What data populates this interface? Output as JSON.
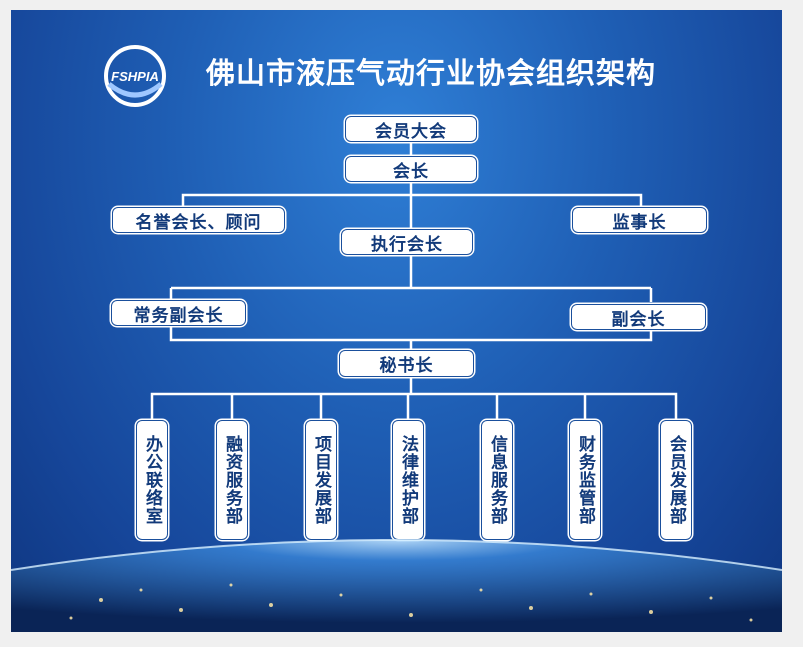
{
  "logo_text": "FSHPIA",
  "title": "佛山市液压气动行业协会组织架构",
  "nodes": {
    "general_assembly": "会员大会",
    "president": "会长",
    "honorary": "名誉会长、顾问",
    "supervisor": "监事长",
    "executive_president": "执行会长",
    "standing_vp": "常务副会长",
    "vp": "副会长",
    "secretary_general": "秘书长"
  },
  "departments": [
    "办公联络室",
    "融资服务部",
    "项目发展部",
    "法律维护部",
    "信息服务部",
    "财务监管部",
    "会员发展部"
  ],
  "colors": {
    "background": "#1f5fb5",
    "box_border": "#1a4f9c",
    "box_text": "#123a7a",
    "title": "#ffffff"
  }
}
